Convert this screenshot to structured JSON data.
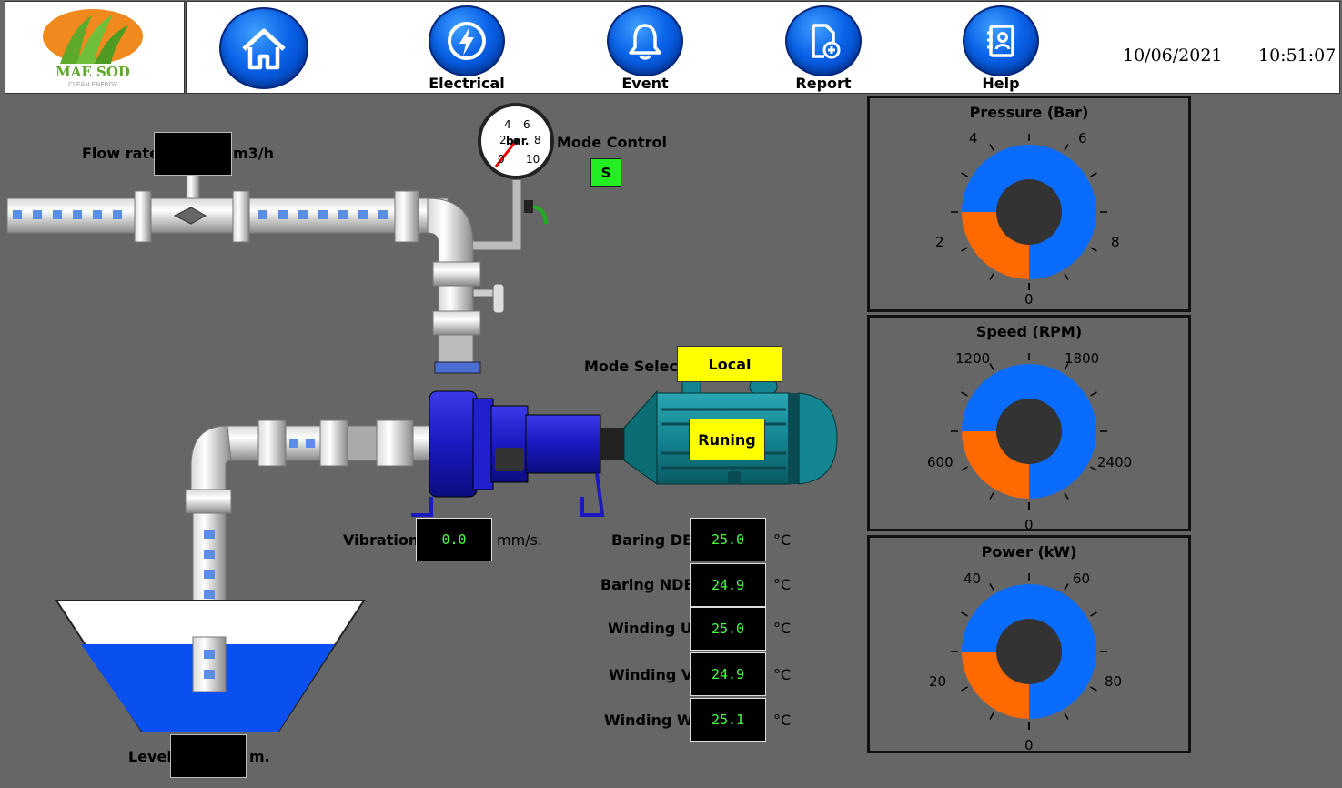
{
  "header": {
    "logo_text": "MAE SOD",
    "logo_subtext": "CLEAN ENERGY",
    "nav": [
      {
        "label": "",
        "icon": "home-icon"
      },
      {
        "label": "Electrical",
        "icon": "lightning-icon"
      },
      {
        "label": "Event",
        "icon": "bell-icon"
      },
      {
        "label": "Report",
        "icon": "report-add-icon"
      },
      {
        "label": "Help",
        "icon": "contact-book-icon"
      }
    ],
    "date": "10/06/2021",
    "time": "10:51:07"
  },
  "process": {
    "flow_rate_label": "Flow rate",
    "flow_rate_unit": "m3/h",
    "flow_rate_value": "",
    "gauge": {
      "unit": "bar.",
      "ticks": [
        "0",
        "2",
        "4",
        "6",
        "8",
        "10"
      ]
    },
    "mode_control_label": "Mode Control",
    "mode_control_value": "S",
    "mode_select_label": "Mode Select",
    "mode_select_value": "Local",
    "motor_status": "Runing",
    "vibration_label": "Vibration",
    "vibration_value": "0.0",
    "vibration_unit": "mm/s.",
    "level_label": "Level",
    "level_unit": "m.",
    "level_value": "",
    "temperatures": [
      {
        "label": "Baring DE",
        "value": "25.0",
        "unit": "°C"
      },
      {
        "label": "Baring NDE",
        "value": "24.9",
        "unit": "°C"
      },
      {
        "label": "Winding U",
        "value": "25.0",
        "unit": "°C"
      },
      {
        "label": "Winding V",
        "value": "24.9",
        "unit": "°C"
      },
      {
        "label": "Winding W",
        "value": "25.1",
        "unit": "°C"
      }
    ]
  },
  "gauges": [
    {
      "title": "Pressure (Bar)",
      "ticks": [
        "0",
        "2",
        "4",
        "6",
        "8"
      ],
      "fraction": 0.25
    },
    {
      "title": "Speed (RPM)",
      "ticks": [
        "0",
        "600",
        "1200",
        "1800",
        "2400"
      ],
      "fraction": 0.25
    },
    {
      "title": "Power (kW)",
      "ticks": [
        "0",
        "20",
        "40",
        "60",
        "80"
      ],
      "fraction": 0.25
    }
  ],
  "colors": {
    "background": "#666666",
    "gauge_blue": "#0a6cff",
    "gauge_orange": "#ff6a00",
    "gauge_center": "#333333",
    "readout_text": "#44ff44",
    "button_yellow": "#ffff00",
    "mode_green": "#22ee22",
    "water": "#0a50f0"
  }
}
